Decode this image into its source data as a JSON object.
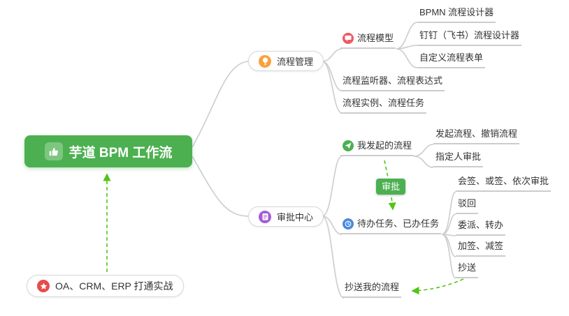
{
  "root": {
    "label": "芋道 BPM 工作流"
  },
  "badge": {
    "label": "审批"
  },
  "oa_note": {
    "label": "OA、CRM、ERP 打通实战"
  },
  "process": {
    "label": "流程管理",
    "model": {
      "label": "流程模型"
    },
    "bpmn_designer": {
      "label": "BPMN 流程设计器"
    },
    "dingtalk_designer": {
      "label": "钉钉（飞书）流程设计器"
    },
    "custom_form": {
      "label": "自定义流程表单"
    },
    "listener_expression": {
      "label": "流程监听器、流程表达式"
    },
    "instance_task": {
      "label": "流程实例、流程任务"
    }
  },
  "approval": {
    "label": "审批中心",
    "my_initiated": {
      "label": "我发起的流程"
    },
    "initiate_cancel": {
      "label": "发起流程、撤销流程"
    },
    "assignee_approval": {
      "label": "指定人审批"
    },
    "todo_done": {
      "label": "待办任务、已办任务"
    },
    "countersign": {
      "label": "会签、或签、依次审批"
    },
    "reject": {
      "label": "驳回"
    },
    "delegate_transfer": {
      "label": "委派、转办"
    },
    "add_reduce_sign": {
      "label": "加签、减签"
    },
    "cc": {
      "label": "抄送"
    },
    "cc_my_process": {
      "label": "抄送我的流程"
    }
  },
  "colors": {
    "root_green": "#4CB050",
    "arrow_green": "#52C41A",
    "connector_gray": "#CCCCCC",
    "icon_orange": "#FBA03C",
    "icon_purple": "#A35CD6",
    "icon_red": "#ED5A65",
    "icon_green": "#4CB050",
    "icon_blue": "#4A89DC",
    "icon_star_red": "#E94B4B"
  }
}
